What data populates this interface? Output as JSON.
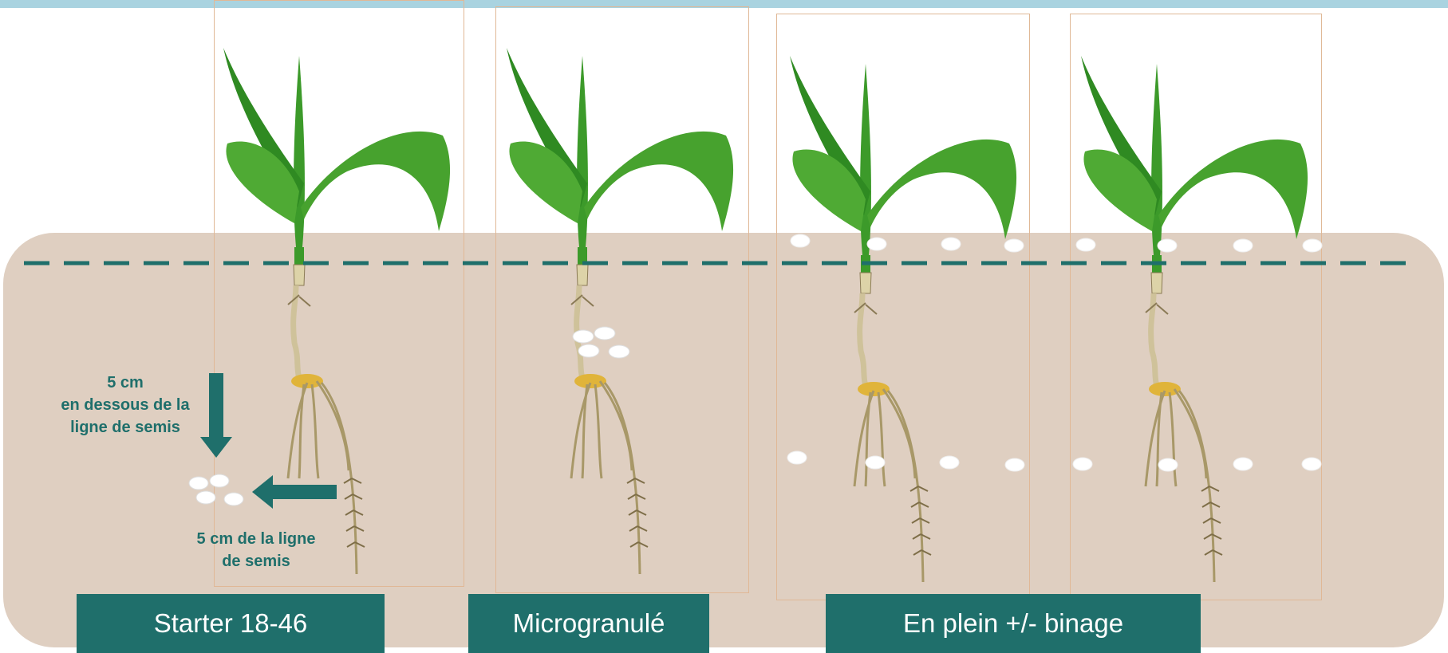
{
  "notes": {
    "depth": [
      "5 cm",
      "en dessous de la",
      "ligne de semis"
    ],
    "lateral": [
      "5 cm de la ligne",
      "de semis"
    ]
  },
  "labels": {
    "starter": "Starter 18-46",
    "microgranule": "Microgranulé",
    "plein": "En plein +/- binage"
  },
  "colors": {
    "soil": "#dfcfc1",
    "accent": "#1f6f6b",
    "top_bar": "#a9d3e0",
    "leaf": "#3c9a2a",
    "fertilizer": "#ffffff"
  }
}
